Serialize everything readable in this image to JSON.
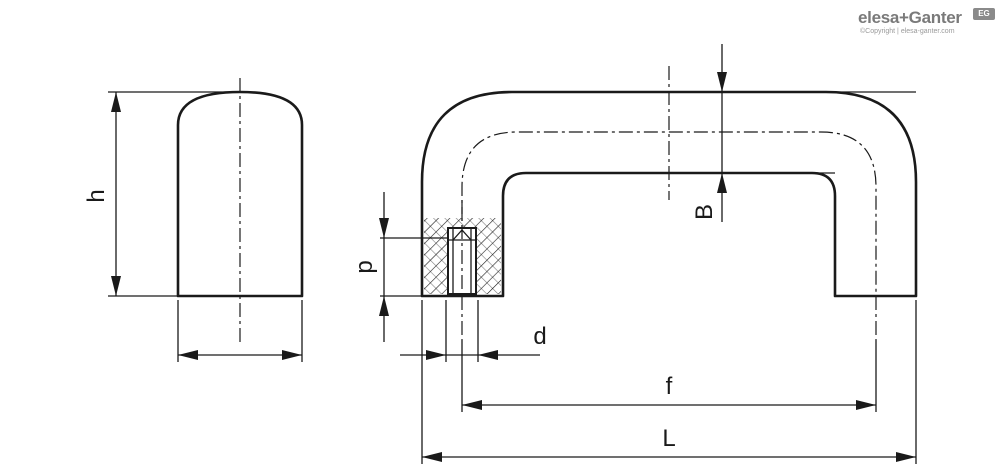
{
  "logo": {
    "name": "elesa+Ganter",
    "badge": "EG",
    "copyright": "©Copyright | elesa-ganter.com"
  },
  "dimensions": {
    "h": "h",
    "p": "p",
    "B": "B",
    "d": "d",
    "f": "f",
    "L": "L"
  },
  "colors": {
    "line": "#1a1a1a",
    "logo": "#7a7a7a"
  }
}
